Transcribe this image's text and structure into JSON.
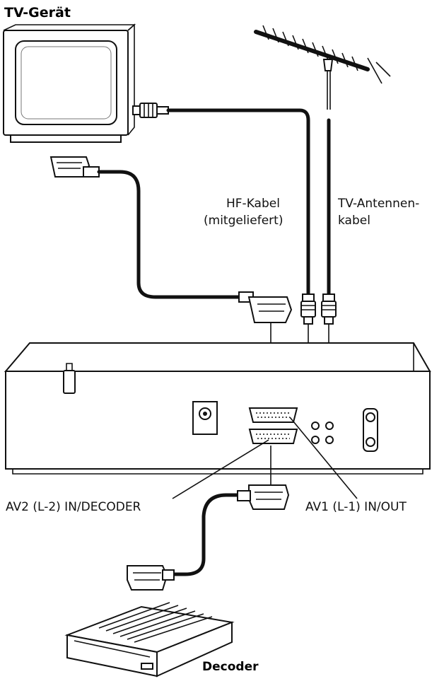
{
  "labels": {
    "tv": "TV-Gerät",
    "rf_cable_line1": "HF-Kabel",
    "rf_cable_line2": "(mitgeliefert)",
    "antenna_cable_line1": "TV-Antennen-",
    "antenna_cable_line2": "kabel",
    "av2": "AV2 (L-2) IN/DECODER",
    "av1": "AV1 (L-1) IN/OUT",
    "decoder": "Decoder"
  },
  "colors": {
    "line": "#111111",
    "background": "#ffffff"
  }
}
